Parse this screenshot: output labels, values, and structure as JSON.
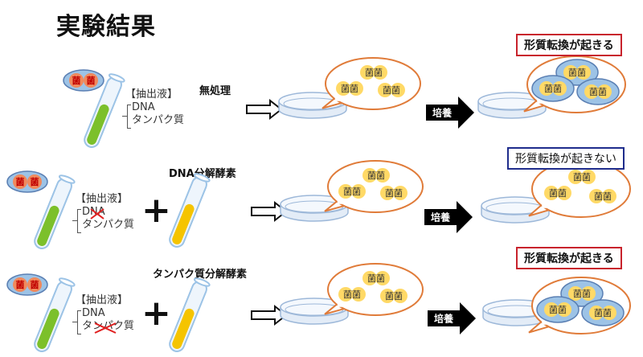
{
  "title": "実験結果",
  "colors": {
    "tube_green": "#7cc02b",
    "tube_yellow": "#f5c400",
    "tube_outline": "#9cc3e6",
    "dish_outline": "#9db8d9",
    "bubble_outline": "#e07b39",
    "bacteria_yellow": "#ffd966",
    "bacteria_blue": "#9dc3e6",
    "source_bacteria": "#f08a5d",
    "positive_border": "#c8232c",
    "negative_border": "#1f2d8c"
  },
  "rows": [
    {
      "id": "no-treatment",
      "source_bacteria": [
        "菌",
        "菌"
      ],
      "extract_header": "【抽出液】",
      "extract_items": [
        {
          "text": "DNA",
          "crossed": false
        },
        {
          "text": "タンパク質",
          "crossed": false
        }
      ],
      "treatment": "無処理",
      "enzyme_tube": false,
      "culture_label": "培養",
      "dish_bacteria": [
        "菌菌",
        "菌菌",
        "菌菌"
      ],
      "result_bacteria": [
        "菌菌",
        "菌菌",
        "菌菌"
      ],
      "transformed": true,
      "result": "形質転換が起きる"
    },
    {
      "id": "dnase",
      "source_bacteria": [
        "菌",
        "菌"
      ],
      "extract_header": "【抽出液】",
      "extract_items": [
        {
          "text": "DNA",
          "crossed": true
        },
        {
          "text": "タンパク質",
          "crossed": false
        }
      ],
      "treatment": "DNA分解酵素",
      "enzyme_tube": true,
      "plus": "+",
      "culture_label": "培養",
      "dish_bacteria": [
        "菌菌",
        "菌菌",
        "菌菌"
      ],
      "result_bacteria": [
        "菌菌",
        "菌菌",
        "菌菌"
      ],
      "transformed": false,
      "result": "形質転換が起きない"
    },
    {
      "id": "protease",
      "source_bacteria": [
        "菌",
        "菌"
      ],
      "extract_header": "【抽出液】",
      "extract_items": [
        {
          "text": "DNA",
          "crossed": false
        },
        {
          "text": "タンパク質",
          "crossed": true
        }
      ],
      "treatment": "タンパク質分解酵素",
      "enzyme_tube": true,
      "plus": "+",
      "culture_label": "培養",
      "dish_bacteria": [
        "菌菌",
        "菌菌",
        "菌菌"
      ],
      "result_bacteria": [
        "菌菌",
        "菌菌",
        "菌菌"
      ],
      "transformed": true,
      "result": "形質転換が起きる"
    }
  ]
}
